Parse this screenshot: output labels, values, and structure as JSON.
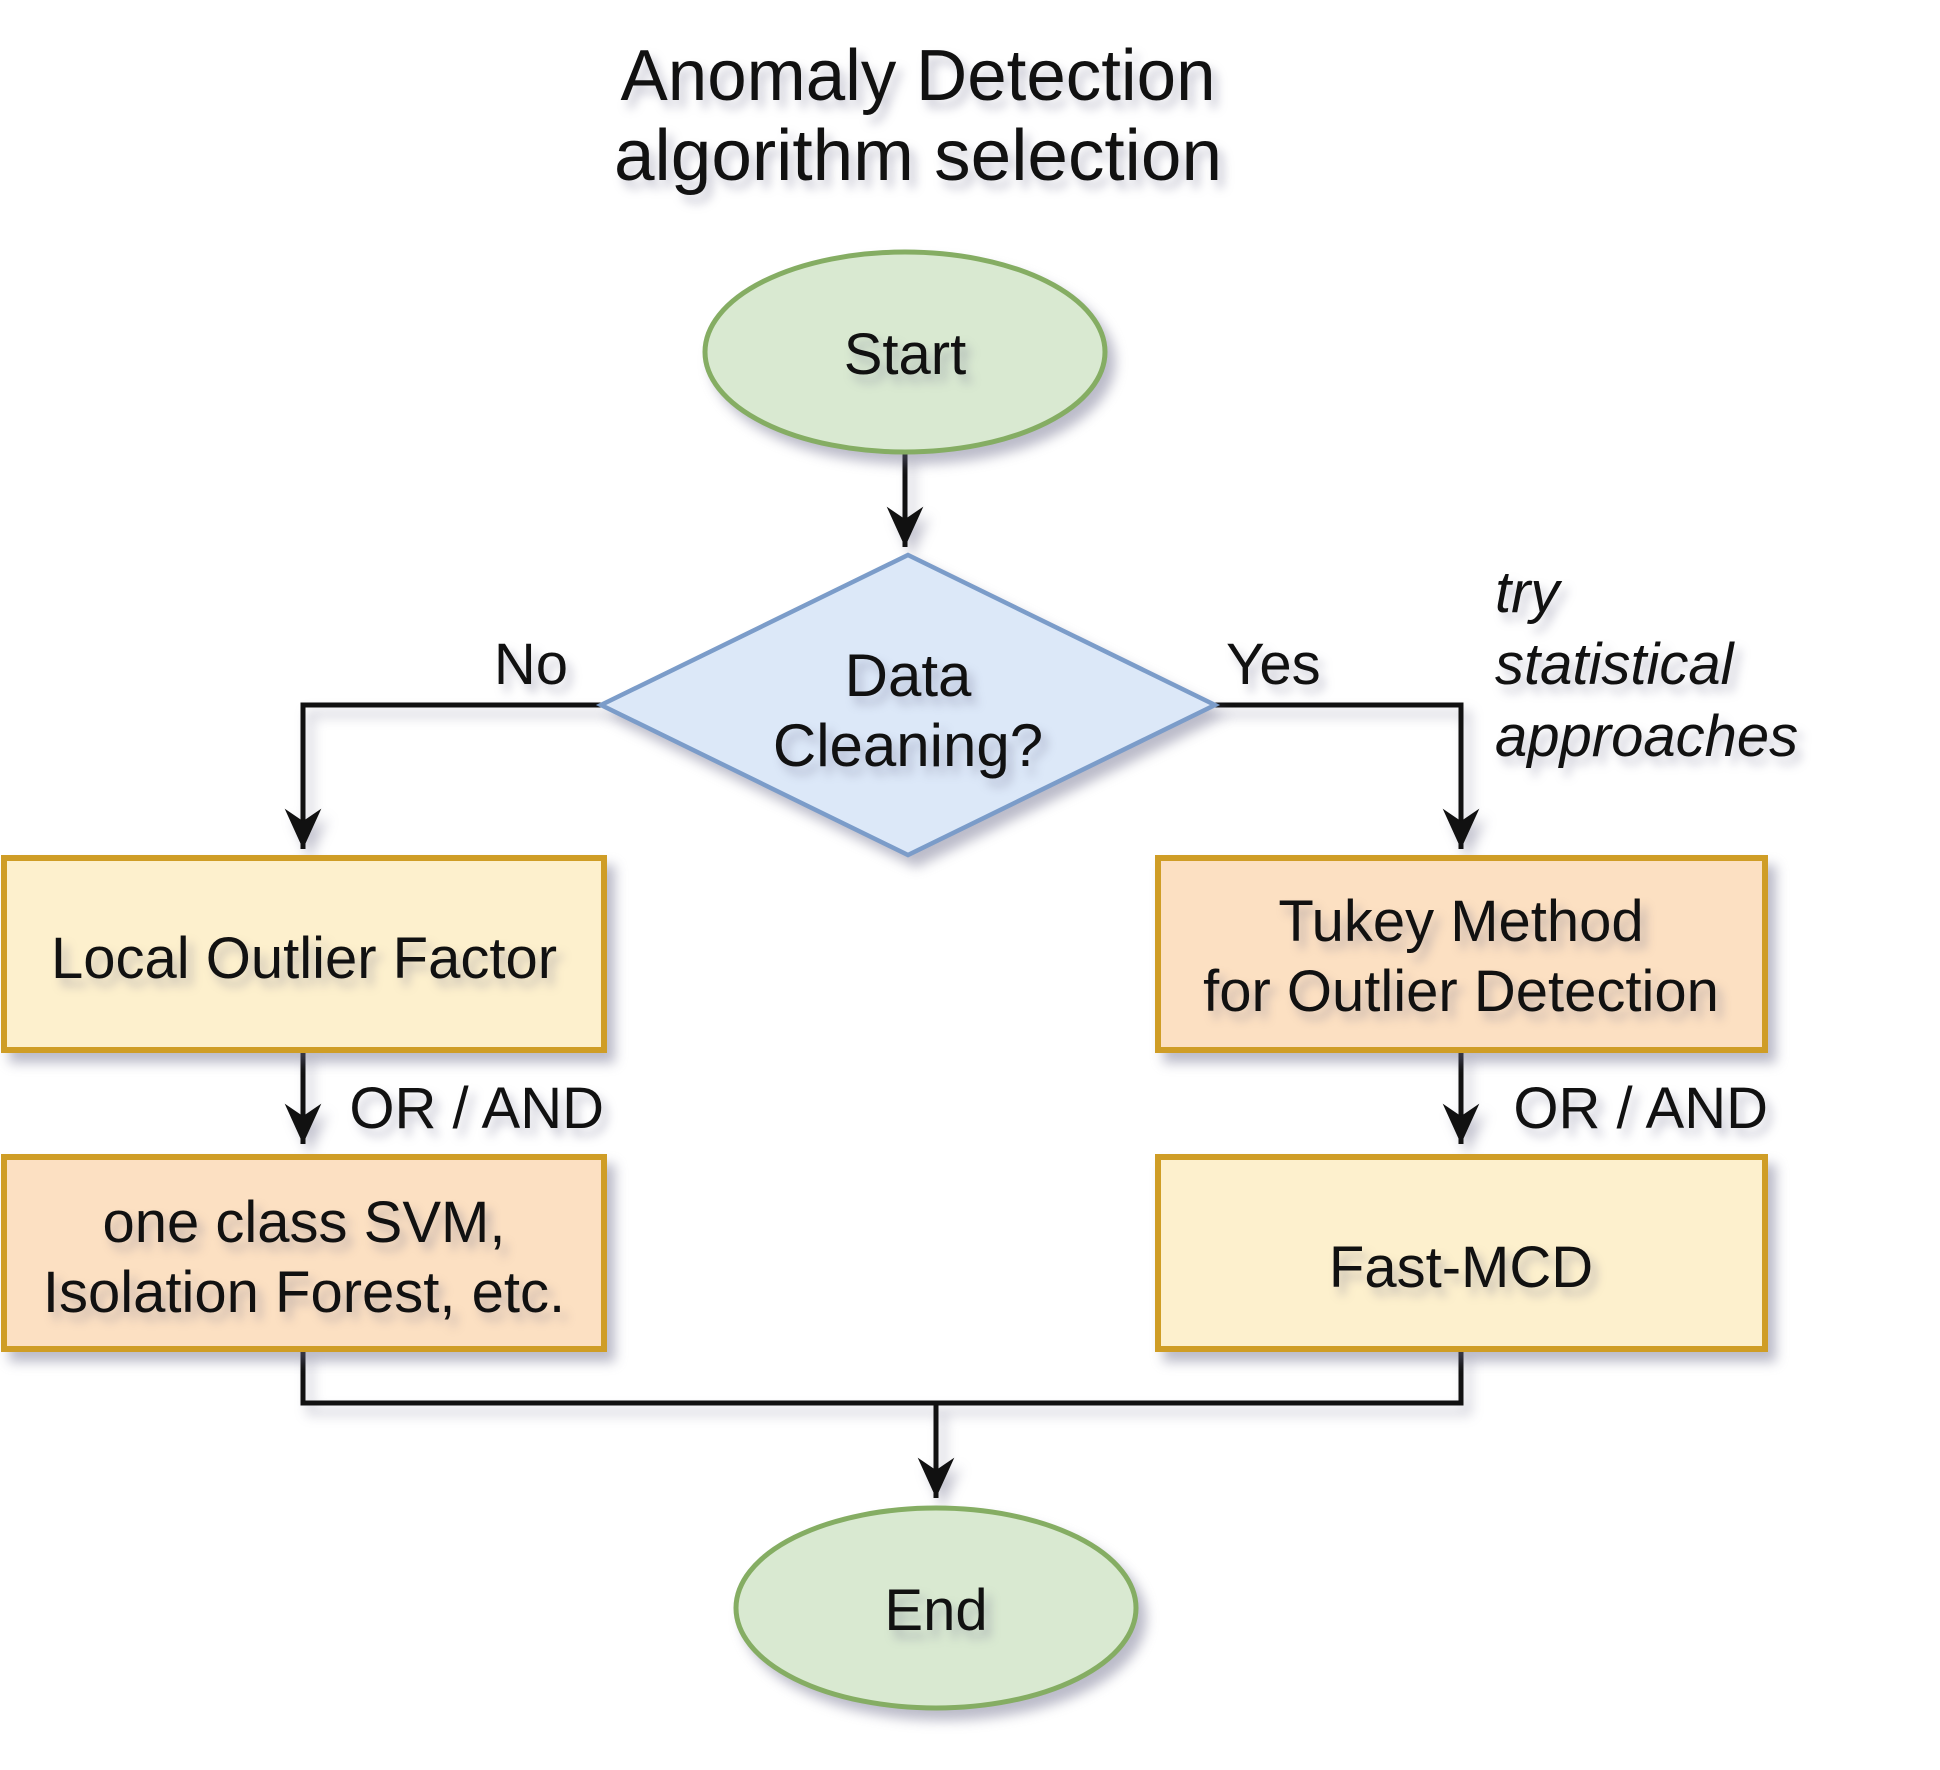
{
  "title": {
    "lines": [
      "Anomaly Detection",
      "algorithm selection"
    ]
  },
  "nodes": {
    "start": {
      "type": "terminator",
      "label": "Start"
    },
    "decision": {
      "type": "decision",
      "lines": [
        "Data",
        "Cleaning?"
      ]
    },
    "lof": {
      "type": "process",
      "label": "Local Outlier Factor"
    },
    "svm": {
      "type": "process",
      "lines": [
        "one class SVM,",
        "Isolation Forest, etc."
      ]
    },
    "tukey": {
      "type": "process",
      "lines": [
        "Tukey Method",
        "for Outlier Detection"
      ]
    },
    "fastmcd": {
      "type": "process",
      "label": "Fast-MCD"
    },
    "end": {
      "type": "terminator",
      "label": "End"
    }
  },
  "edges": {
    "no_label": "No",
    "yes_label": "Yes",
    "left_operator": "OR / AND",
    "right_operator": "OR / AND"
  },
  "annotation": {
    "lines": [
      "try",
      "statistical",
      "approaches"
    ]
  },
  "colors": {
    "background": "#ffffff",
    "terminator_fill": "#d9e9d1",
    "terminator_stroke": "#85ad63",
    "decision_fill": "#dce8f8",
    "decision_stroke": "#7b9cc9",
    "process_cream_fill": "#fdf0cd",
    "process_peach_fill": "#fce0c2",
    "process_stroke": "#cf9d26",
    "line_color": "#111111",
    "text_color": "#111111"
  }
}
